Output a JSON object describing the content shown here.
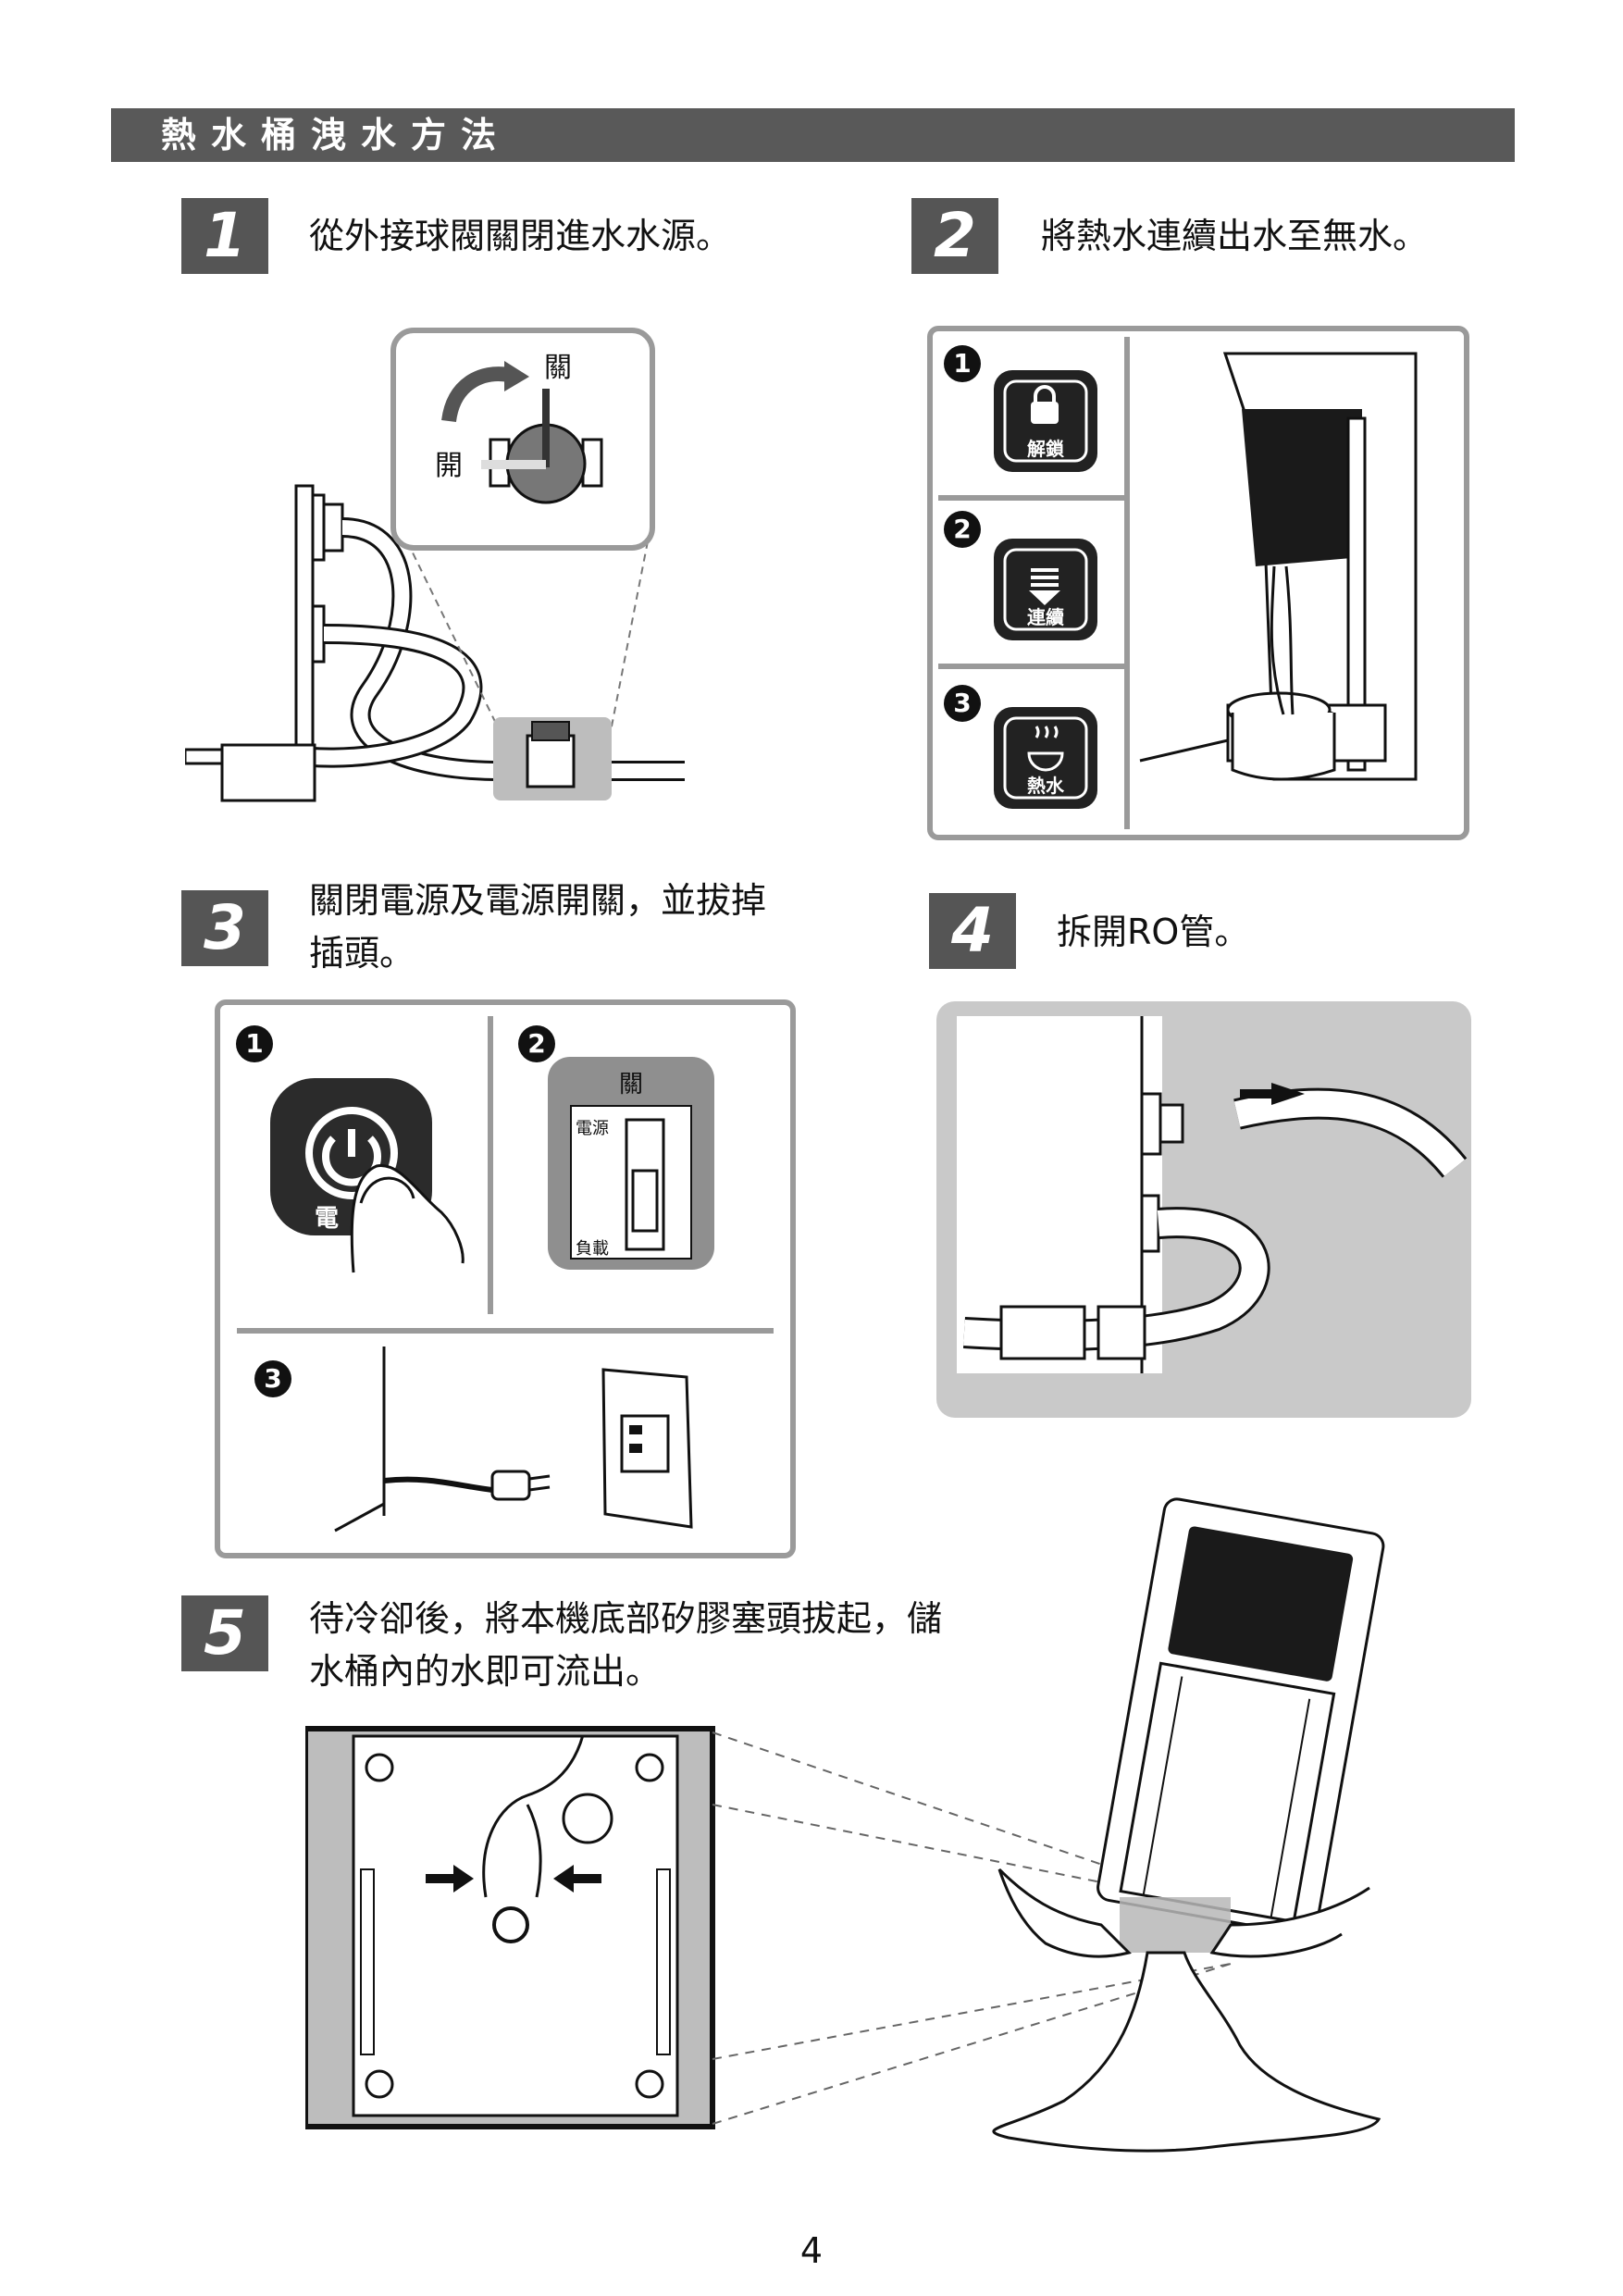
{
  "section_title": "熱水桶洩水方法",
  "steps": [
    {
      "num": "1",
      "text": "從外接球閥關閉進水水源。"
    },
    {
      "num": "2",
      "text": "將熱水連續出水至無水。"
    },
    {
      "num": "3",
      "text_line1": "關閉電源及電源開關，並拔掉",
      "text_line2": "插頭。"
    },
    {
      "num": "4",
      "text": "拆開RO管。"
    },
    {
      "num": "5",
      "text_line1": "待冷卻後，將本機底部矽膠塞頭拔起，儲",
      "text_line2": "水桶內的水即可流出。"
    }
  ],
  "step1_valve": {
    "label_close": "關",
    "label_open": "開"
  },
  "step2_buttons": [
    {
      "bullet": "1",
      "label": "解鎖"
    },
    {
      "bullet": "2",
      "label": "連續"
    },
    {
      "bullet": "3",
      "label": "熱水"
    }
  ],
  "step3": {
    "bullets": [
      "1",
      "2",
      "3"
    ],
    "power_button_label": "電",
    "switch_top_label": "關",
    "switch_label_power": "電源",
    "switch_label_load": "負載"
  },
  "page_number": "4"
}
